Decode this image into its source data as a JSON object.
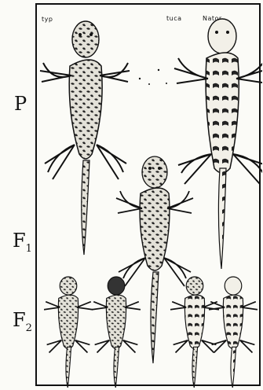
{
  "generations": {
    "parent": "P",
    "f1_base": "F",
    "f1_sub": "1",
    "f2_base": "F",
    "f2_sub": "2"
  },
  "panel_labels": {
    "left_parent": "typ",
    "middle": "tuca",
    "right_parent": "Nator"
  },
  "colors": {
    "ink": "#111111",
    "paper": "#fbfbf7"
  }
}
